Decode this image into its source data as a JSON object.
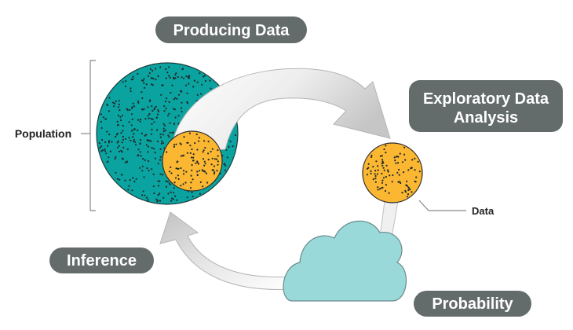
{
  "labels": {
    "producing_data": "Producing Data",
    "exploratory_line1": "Exploratory Data",
    "exploratory_line2": "Analysis",
    "inference": "Inference",
    "probability": "Probability",
    "population": "Population",
    "data": "Data"
  },
  "colors": {
    "pill_bg": "#646b6b",
    "population_fill": "#0aa3a0",
    "sample_fill": "#fbb731",
    "dot": "#1f2a2a",
    "arrow_light": "#f4f4f4",
    "arrow_dark": "#cfcfcf",
    "cloud_fill": "#9ad9d9",
    "cloud_stroke": "#6b8a8a",
    "leader_line": "#888888"
  }
}
